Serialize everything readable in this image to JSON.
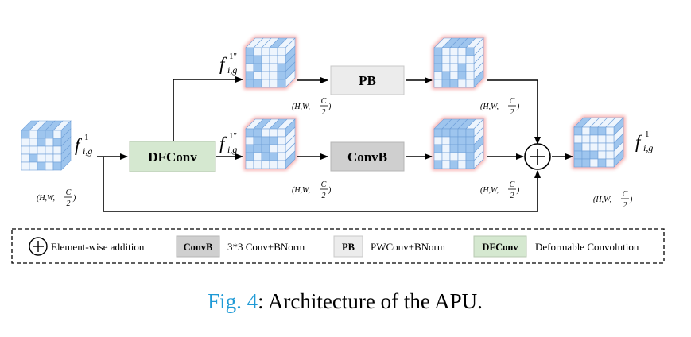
{
  "blocks": {
    "dfconv": "DFConv",
    "pb": "PB",
    "convb": "ConvB"
  },
  "features": {
    "symbol": "f",
    "subscript": "i,g",
    "input_sup": "1",
    "branch_sup": "1\"",
    "output_sup": "1'"
  },
  "shape": {
    "prefix": "(H,W,",
    "numerator": "C",
    "denominator": "2",
    "suffix": ")"
  },
  "legend": {
    "add_label": "Element-wise addition",
    "convb_key": "ConvB",
    "convb_desc": "3*3 Conv+BNorm",
    "pb_key": "PB",
    "pb_desc": "PWConv+BNorm",
    "dfconv_key": "DFConv",
    "dfconv_desc": "Deformable Convolution"
  },
  "caption": {
    "fig": "Fig. 4",
    "rest": ": Architecture of the APU."
  },
  "colors": {
    "cube_light": "#eef5fd",
    "cube_dark": "#9ec5ee",
    "cube_edge": "#6f9fd8",
    "glow": "#f06a6a",
    "dfconv_fill": "#d5e8d0",
    "block_fill": "#ececec",
    "convb_fill": "#cfcfcf",
    "caption_blue": "#1f9ad6"
  }
}
